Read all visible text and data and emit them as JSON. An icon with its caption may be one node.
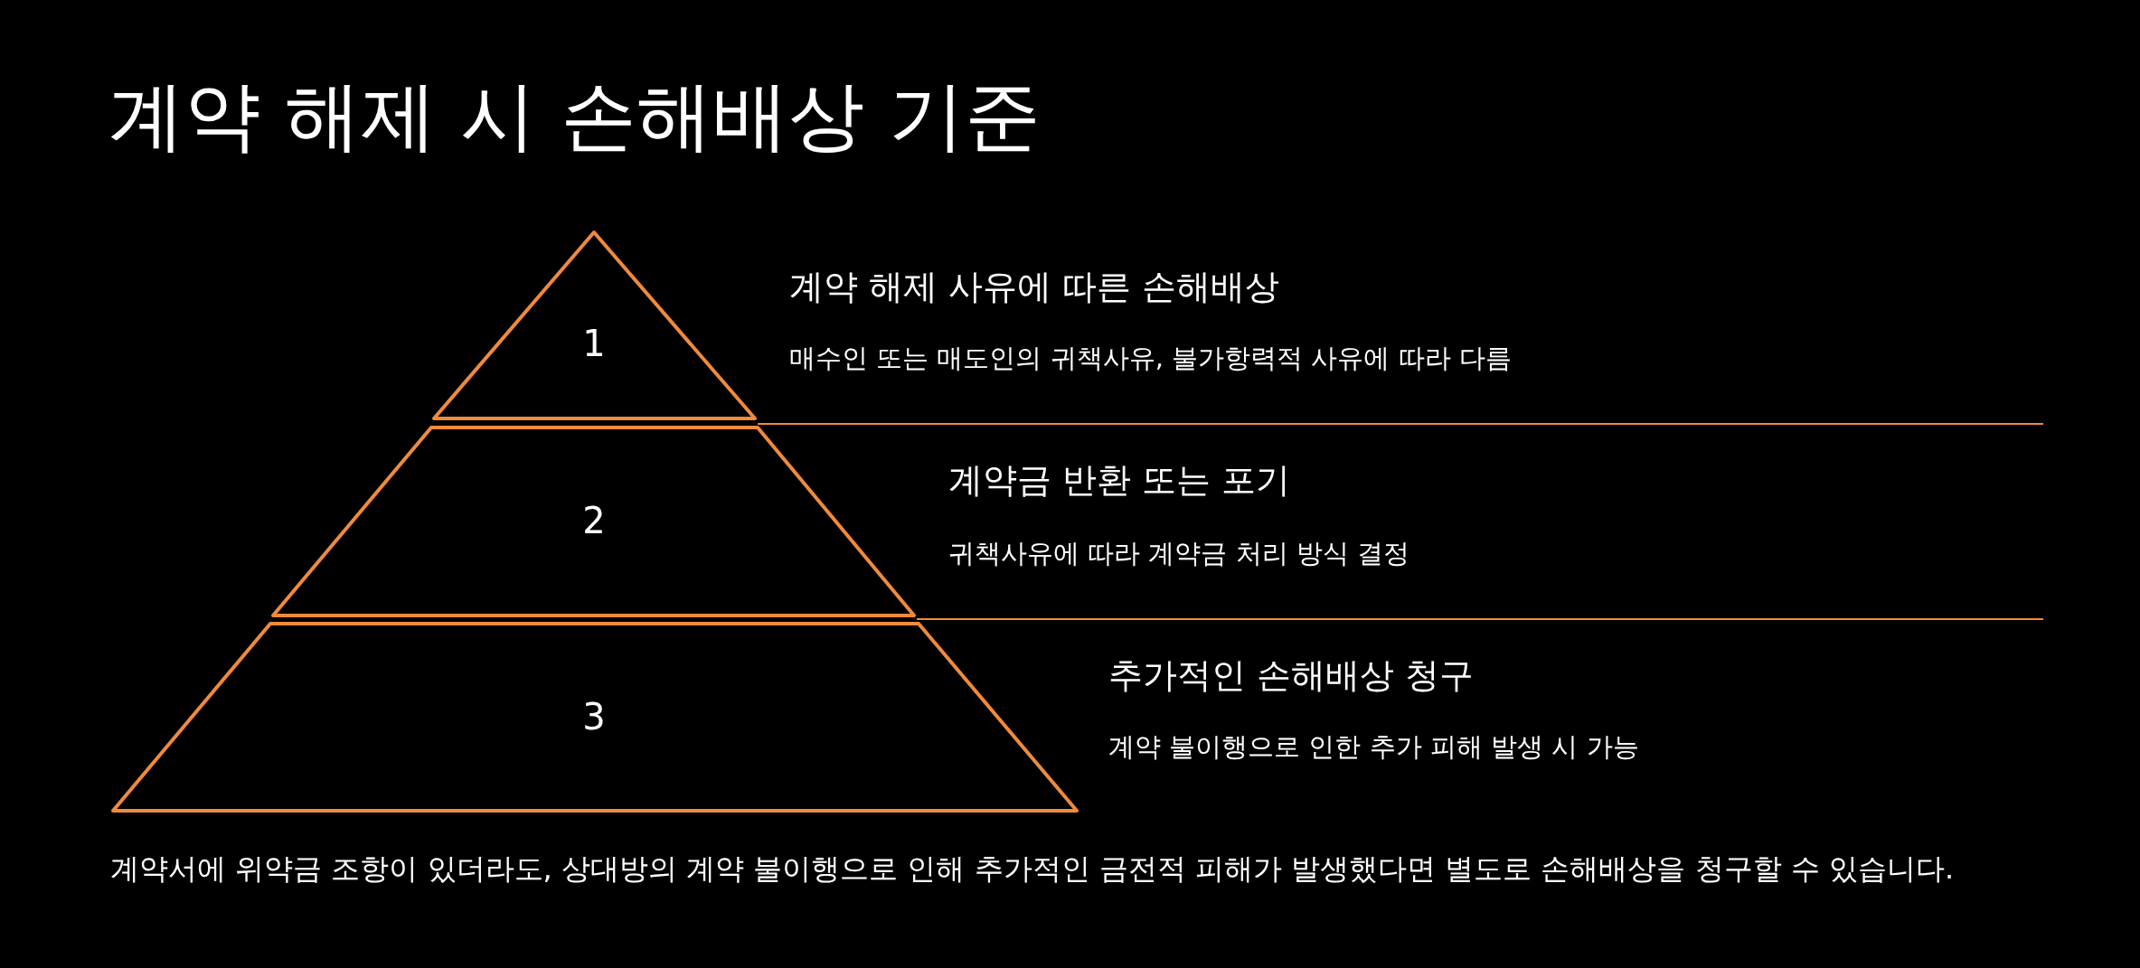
{
  "diagram": {
    "title": "계약 해제 시 손해배상 기준",
    "nodes": [
      {
        "text": [
          "1"
        ],
        "beside": [
          "계약 해제 사유에 따른 손해배상",
          "매수인 또는 매도인의 귀책사유, 불가항력적 사유에 따라 다름"
        ]
      },
      {
        "text": [
          "2"
        ],
        "beside": [
          "계약금 반환 또는 포기",
          "귀책사유에 따라 계약금 처리 방식 결정"
        ]
      },
      {
        "text": [
          "3"
        ],
        "beside": [
          "추가적인 손해배상 청구",
          "계약 불이행으로 인한 추가 피해 발생 시 가능"
        ]
      }
    ],
    "caption": "계약서에 위약금 조항이 있더라도, 상대방의 계약 불이행으로 인해 추가적인 금전적 피해가 발생했다면 별도로 손해배상을 청구할 수 있습니다."
  }
}
